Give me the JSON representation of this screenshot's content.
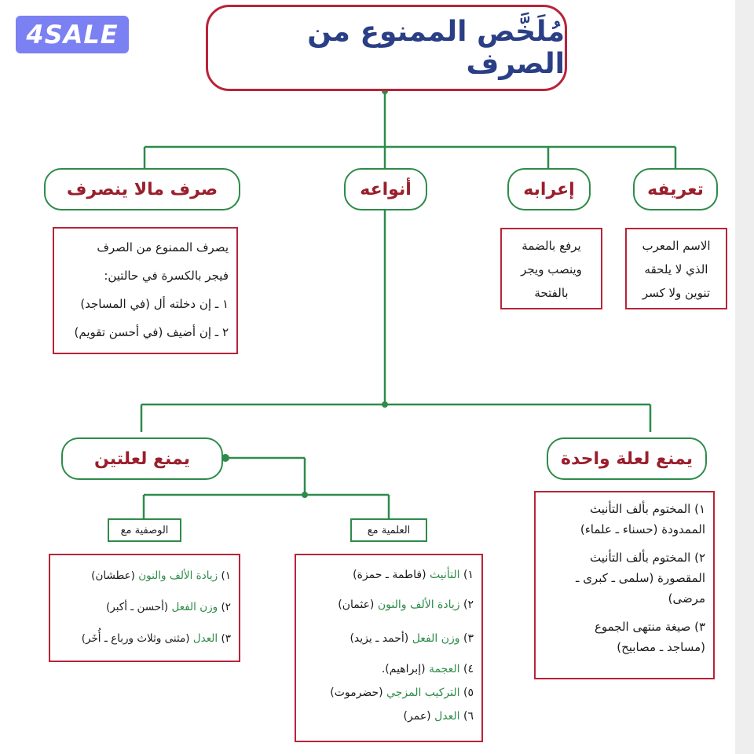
{
  "logo": "4SALE",
  "title": "مُلَخَّص الممنوع من الصرف",
  "nodes": {
    "definition": "تعريفه",
    "declension": "إعرابه",
    "types": "أنواعه",
    "converting": "صرف مالا ينصرف"
  },
  "boxes": {
    "definition": [
      "الاسم المعرب",
      "الذي لا يلحقه",
      "تنوين ولا كسر"
    ],
    "declension": [
      "يرفع بالضمة",
      "وينصب ويجر",
      "بالفتحة"
    ],
    "converting": [
      "يصرف الممنوع من الصرف",
      "فيجر بالكسرة في حالتين:",
      "١ ـ إن دخلته أل (في المساجد)",
      "٢ ـ إن أضيف (في أحسن تقويم)"
    ]
  },
  "one_cause": {
    "label": "يمنع لعلة واحدة",
    "items": [
      {
        "lines": [
          "١) المختوم بألف التأنيث",
          "الممدودة (حسناء ـ علماء)"
        ]
      },
      {
        "lines": [
          "٢) المختوم بألف التأنيث",
          "المقصورة (سلمى ـ كبرى ـ",
          "مرضى)"
        ]
      },
      {
        "lines": [
          "٣) صيغة منتهى الجموع",
          "(مساجد ـ مصابيح)"
        ]
      }
    ]
  },
  "two_causes": {
    "label": "يمنع لعلتين",
    "proper_noun": {
      "label": "العلمية مع",
      "items": [
        {
          "num": "١)",
          "name": "التأنيث",
          "ex": "(فاطمة ـ حمزة)"
        },
        {
          "num": "٢)",
          "name": "زيادة الألف والنون",
          "ex": "(عثمان)"
        },
        {
          "num": "٣)",
          "name": "وزن الفعل",
          "ex": "(أحمد ـ يزيد)"
        },
        {
          "num": "٤)",
          "name": "العجمة",
          "ex": "(إبراهيم)."
        },
        {
          "num": "٥)",
          "name": "التركيب المزجي",
          "ex": "(حضرموت)"
        },
        {
          "num": "٦)",
          "name": "العدل",
          "ex": "(عمر)"
        }
      ]
    },
    "adjective": {
      "label": "الوصفية مع",
      "items": [
        {
          "num": "١)",
          "name": "زيادة الألف والنون",
          "ex": "(عطشان)"
        },
        {
          "num": "٢)",
          "name": "وزن الفعل",
          "ex": "(أحسن ـ أكبر)"
        },
        {
          "num": "٣)",
          "name": "العدل",
          "ex": "(مثنى وثلاث ورباع ـ أُخَر)"
        }
      ]
    }
  },
  "colors": {
    "green": "#2e8b4a",
    "red": "#b8243a",
    "title_blue": "#2a3f85",
    "dark_red_text": "#9a1f2c"
  }
}
